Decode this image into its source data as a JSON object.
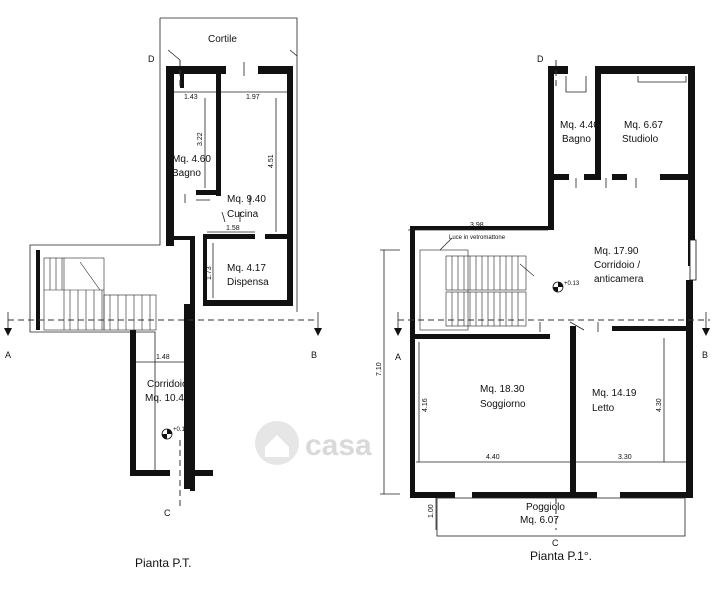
{
  "ground_floor": {
    "caption": "Pianta P.T.",
    "rooms": {
      "cortile": "Cortile",
      "bagno_area": "Mq. 4.60",
      "bagno_name": "Bagno",
      "cucina_area": "Mq. 9.40",
      "cucina_name": "Cucina",
      "dispensa_area": "Mq. 4.17",
      "dispensa_name": "Dispensa",
      "corridoio_name": "Corridoio",
      "corridoio_area": "Mq. 10.47"
    },
    "dims": {
      "d1": "1.43",
      "d2": "1.97",
      "d3": "3.22",
      "d4": "4.51",
      "d5": "1.58",
      "d6": "1.73",
      "d7": "1.48"
    },
    "level": "+0.13",
    "axis": {
      "a": "A",
      "b": "B",
      "c": "C",
      "d": "D"
    }
  },
  "first_floor": {
    "caption": "Pianta P.1°.",
    "rooms": {
      "bagno_area": "Mq. 4.40",
      "bagno_name": "Bagno",
      "studiolo_area": "Mq. 6.67",
      "studiolo_name": "Studiolo",
      "corr_area": "Mq. 17.90",
      "corr_name1": "Corridoio /",
      "corr_name2": "anticamera",
      "soggiorno_area": "Mq. 18.30",
      "soggiorno_name": "Soggiorno",
      "letto_area": "Mq. 14.19",
      "letto_name": "Letto",
      "poggiolo_name": "Poggiolo",
      "poggiolo_area": "Mq. 6.07"
    },
    "dims": {
      "d1": "3.98",
      "d2": "7.10",
      "d3": "4.16",
      "d4": "4.40",
      "d5": "3.30",
      "d6": "4.30",
      "d7": "1.00"
    },
    "luce_label": "Luce in vetromattone",
    "level": "+0.13",
    "axis": {
      "a": "A",
      "b": "B",
      "c": "C",
      "d": "D"
    }
  },
  "watermark": "casa"
}
